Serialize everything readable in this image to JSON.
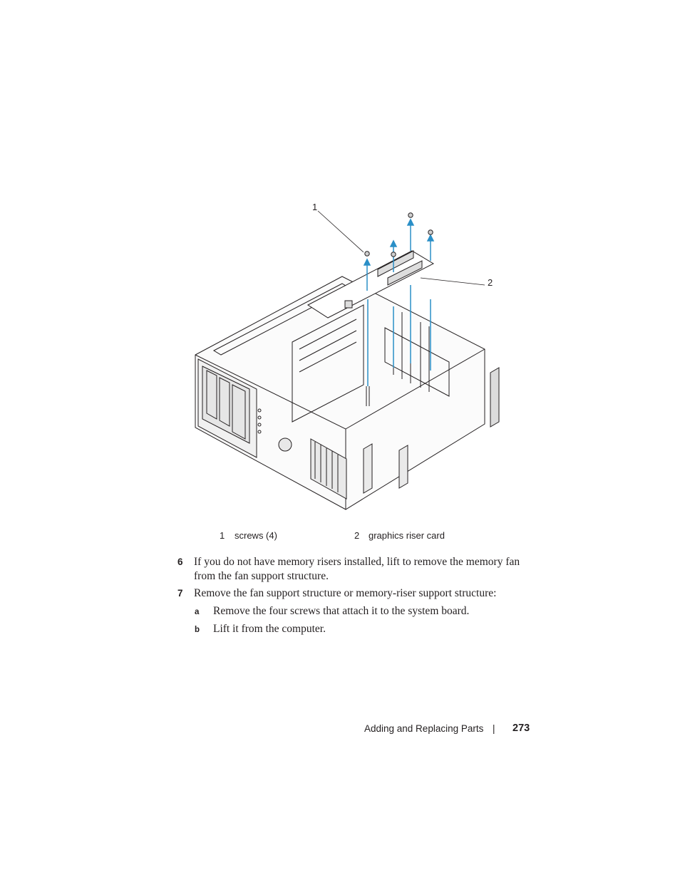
{
  "figure": {
    "callouts": [
      "1",
      "2"
    ]
  },
  "legend": [
    {
      "num": "1",
      "label": "screws (4)"
    },
    {
      "num": "2",
      "label": "graphics riser card"
    }
  ],
  "steps": [
    {
      "num": "6",
      "text": "If you do not have memory risers installed, lift to remove the memory fan from the fan support structure."
    },
    {
      "num": "7",
      "text": "Remove the fan support structure or memory-riser support structure:"
    }
  ],
  "substeps": [
    {
      "num": "a",
      "text": "Remove the four screws that attach it to the system board."
    },
    {
      "num": "b",
      "text": "Lift it from the computer."
    }
  ],
  "footer": {
    "section": "Adding and Replacing Parts",
    "separator": "|",
    "page": "273"
  },
  "colors": {
    "arrow": "#2a8fc7",
    "line": "#231f20"
  }
}
